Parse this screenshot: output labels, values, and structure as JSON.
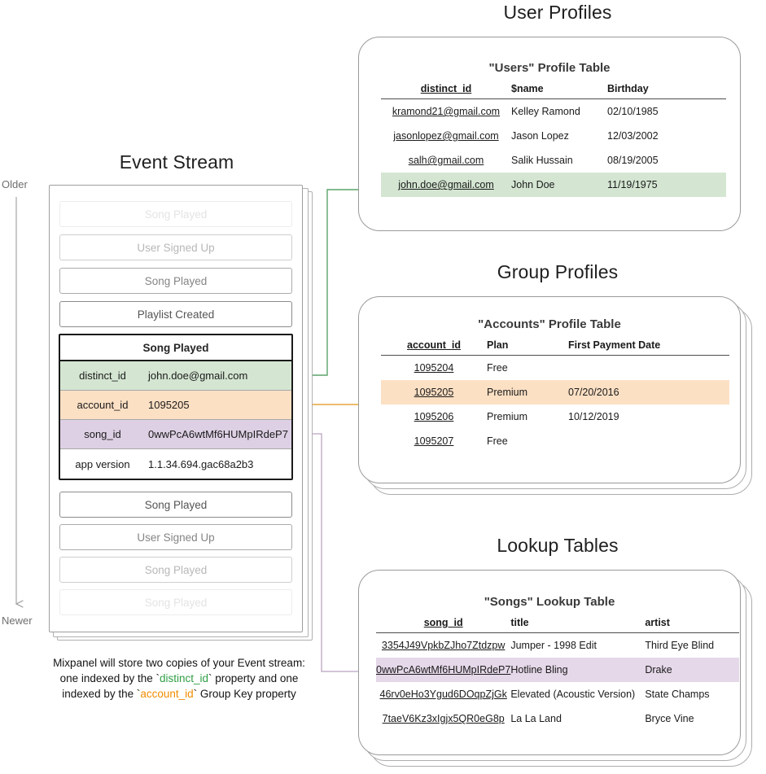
{
  "sections": {
    "event_stream_title": "Event Stream",
    "user_profiles_title": "User Profiles",
    "group_profiles_title": "Group Profiles",
    "lookup_tables_title": "Lookup Tables"
  },
  "time_axis": {
    "older": "Older",
    "newer": "Newer"
  },
  "event_stream": {
    "events_above": [
      {
        "label": "Song Played",
        "fade": "faded-1"
      },
      {
        "label": "User Signed Up",
        "fade": "faded-2"
      },
      {
        "label": "Song Played",
        "fade": "faded-3"
      },
      {
        "label": "Playlist Created",
        "fade": ""
      }
    ],
    "events_below": [
      {
        "label": "Song Played",
        "fade": ""
      },
      {
        "label": "User Signed Up",
        "fade": "faded-3"
      },
      {
        "label": "Song Played",
        "fade": "faded-2"
      },
      {
        "label": "Song Played",
        "fade": "faded-1"
      }
    ],
    "focus_event": {
      "name": "Song Played",
      "properties": [
        {
          "key": "distinct_id",
          "value": "john.doe@gmail.com",
          "highlight": "row-green"
        },
        {
          "key": "account_id",
          "value": "1095205",
          "highlight": "row-orange"
        },
        {
          "key": "song_id",
          "value": "0wwPcA6wtMf6HUMpIRdeP7",
          "highlight": "row-purple"
        },
        {
          "key": "app version",
          "value": "1.1.34.694.gac68a2b3",
          "highlight": ""
        }
      ]
    },
    "caption": {
      "line1": "Mixpanel will store two copies of your Event stream:",
      "line2_a": "one indexed by the `",
      "line2_token": "distinct_id",
      "line2_b": "` property and one",
      "line3_a": "indexed by the `",
      "line3_token": "account_id",
      "line3_b": "` Group Key property"
    }
  },
  "users_table": {
    "title": "\"Users\" Profile Table",
    "columns": [
      "distinct_id",
      "$name",
      "Birthday"
    ],
    "rows": [
      {
        "cells": [
          "kramond21@gmail.com",
          "Kelley Ramond",
          "02/10/1985"
        ],
        "highlight": ""
      },
      {
        "cells": [
          "jasonlopez@gmail.com",
          "Jason Lopez",
          "12/03/2002"
        ],
        "highlight": ""
      },
      {
        "cells": [
          "salh@gmail.com",
          "Salik Hussain",
          "08/19/2005"
        ],
        "highlight": ""
      },
      {
        "cells": [
          "john.doe@gmail.com",
          "John Doe",
          "11/19/1975"
        ],
        "highlight": "hl-green"
      }
    ]
  },
  "accounts_table": {
    "title": "\"Accounts\" Profile Table",
    "columns": [
      "account_id",
      "Plan",
      "First Payment Date"
    ],
    "rows": [
      {
        "cells": [
          "1095204",
          "Free",
          ""
        ],
        "highlight": ""
      },
      {
        "cells": [
          "1095205",
          "Premium",
          "07/20/2016"
        ],
        "highlight": "hl-orange"
      },
      {
        "cells": [
          "1095206",
          "Premium",
          "10/12/2019"
        ],
        "highlight": ""
      },
      {
        "cells": [
          "1095207",
          "Free",
          ""
        ],
        "highlight": ""
      }
    ]
  },
  "songs_table": {
    "title": "\"Songs\" Lookup Table",
    "columns": [
      "song_id",
      "title",
      "artist"
    ],
    "rows": [
      {
        "cells": [
          "3354J49VpkbZJho7Ztdzpw",
          "Jumper - 1998 Edit",
          "Third Eye Blind"
        ],
        "highlight": ""
      },
      {
        "cells": [
          "0wwPcA6wtMf6HUMpIRdeP7",
          "Hotline Bling",
          "Drake"
        ],
        "highlight": "hl-purple"
      },
      {
        "cells": [
          "46rv0eHo3Ygud6DOqpZjGk",
          "Elevated (Acoustic Version)",
          "State Champs"
        ],
        "highlight": ""
      },
      {
        "cells": [
          "7taeV6Kz3xIgjx5QR0eG8p",
          "La La Land",
          "Bryce Vine"
        ],
        "highlight": ""
      }
    ]
  },
  "colors": {
    "green": "#5aa469",
    "orange": "#e8a33d",
    "purple": "#a88fb0",
    "green_row": "#d4e6d2",
    "orange_row": "#fce0c4",
    "purple_row": "#e5d8e9",
    "border": "#9a9a9a",
    "arrow_gray": "#8a8a8a"
  }
}
